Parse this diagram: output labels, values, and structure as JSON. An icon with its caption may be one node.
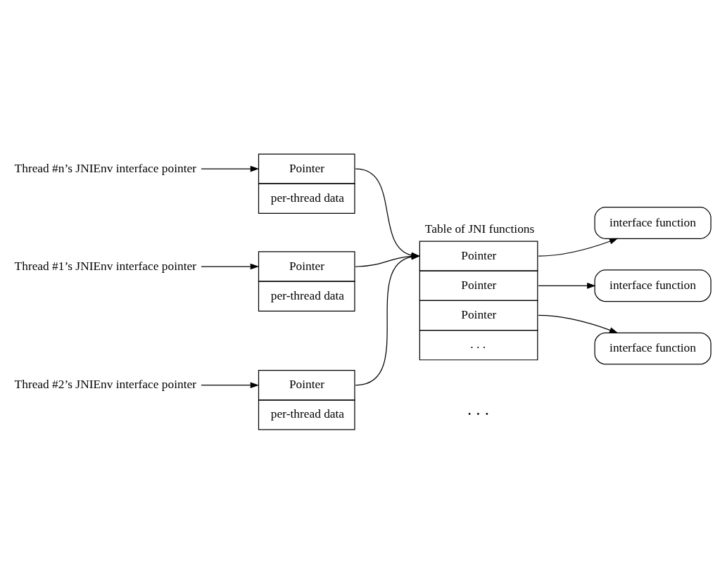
{
  "diagram": {
    "nodes": [
      {
        "text": [
          "Thread #1’s JNIEnv interface pointer"
        ]
      },
      {
        "text": [
          "Pointer",
          "per-thread data"
        ]
      },
      {
        "text": [
          "Thread #2’s JNIEnv interface pointer"
        ]
      },
      {
        "text": [
          "Pointer",
          "per-thread data"
        ]
      },
      {
        "text": [
          "Thread #n’s JNIEnv interface pointer"
        ]
      },
      {
        "text": [
          "Pointer",
          "per-thread data"
        ]
      },
      {
        "text": [
          "Table of JNI functions",
          "Pointer",
          "Pointer",
          "Pointer",
          ". . ."
        ]
      },
      {
        "text": [
          "interface function"
        ]
      },
      {
        "text": [
          "interface function"
        ]
      },
      {
        "text": [
          "interface function"
        ]
      }
    ],
    "edges": [
      {
        "from": 0,
        "to": 1,
        "arrow": "to"
      },
      {
        "from": 2,
        "to": 3,
        "arrow": "to"
      },
      {
        "from": 4,
        "to": 5,
        "arrow": "to"
      },
      {
        "from": 1,
        "to": 6,
        "arrow": "to"
      },
      {
        "from": 3,
        "to": 6,
        "arrow": "to"
      },
      {
        "from": 5,
        "to": 6,
        "arrow": "to"
      },
      {
        "from": 6,
        "to": 7,
        "arrow": "to"
      },
      {
        "from": 6,
        "to": 8,
        "arrow": "to"
      },
      {
        "from": 6,
        "to": 9,
        "arrow": "to"
      }
    ],
    "labels": [
      ". . ."
    ]
  }
}
